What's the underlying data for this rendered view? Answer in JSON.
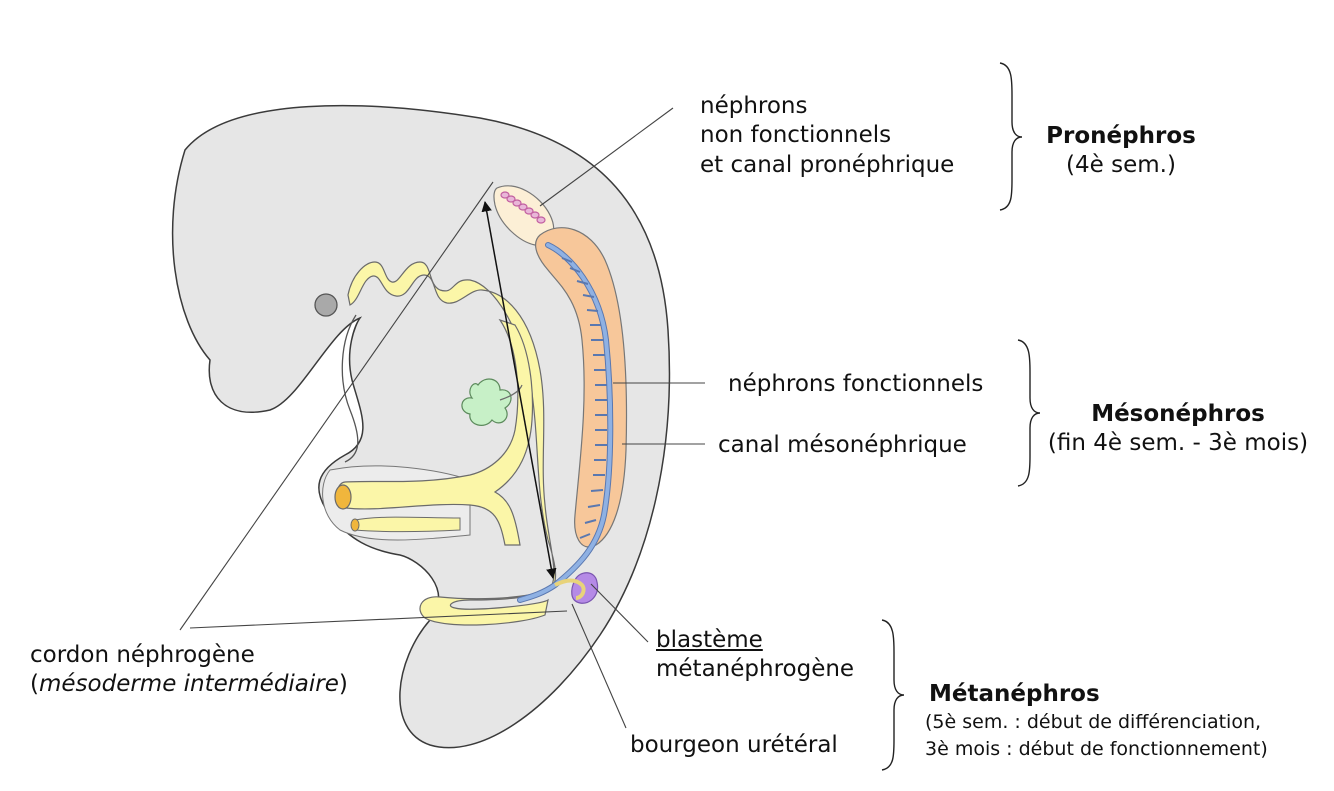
{
  "labels": {
    "pronephros_parts": [
      "néphrons",
      "non fonctionnels",
      "et canal pronéphrique"
    ],
    "pronephros_title": "Pronéphros",
    "pronephros_time": "(4è sem.)",
    "meso_nephrons": "néphrons fonctionnels",
    "meso_canal": "canal mésonéphrique",
    "meso_title": "Mésonéphros",
    "meso_time": "(fin 4è sem. - 3è mois)",
    "cordon": "cordon néphrogène",
    "cordon_paren_open": "(",
    "cordon_italic": "mésoderme intermédiaire",
    "cordon_paren_close": ")",
    "blasteme": "blastème",
    "metanephrogene": "métanéphrogène",
    "bourgeon": "bourgeon urétéral",
    "meta_title": "Métanéphros",
    "meta_time_1": "(5è sem. : début de différenciation,",
    "meta_time_2": "3è mois : début de fonctionnement)"
  },
  "colors": {
    "embryo": "#e6e6e6",
    "gut": "#fbf6a8",
    "pronephros": "#fcefd6",
    "mesonephros": "#f7c79a",
    "duct": "#8fb1e3",
    "tubules": "#c25fa0",
    "metanephrogenic": "#b58ae6",
    "green_organ": "#c7f0c7",
    "lines": "#333333"
  }
}
